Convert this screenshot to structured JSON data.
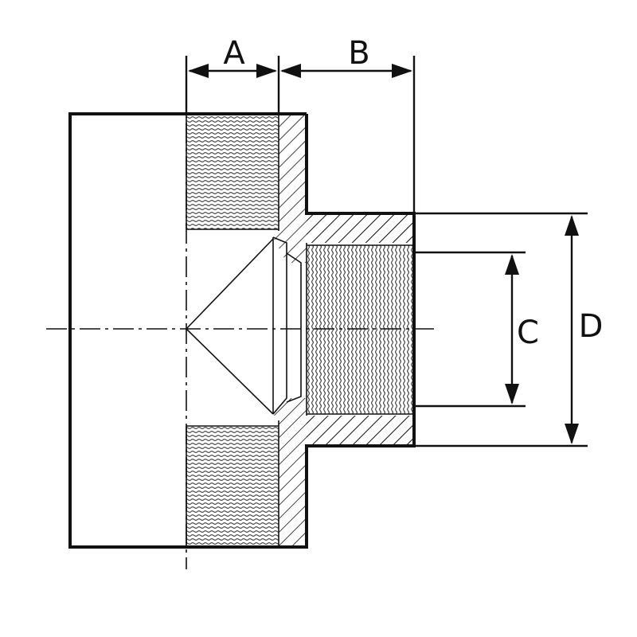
{
  "labels": {
    "a": "A",
    "b": "B",
    "c": "C",
    "d": "D"
  },
  "colors": {
    "line": "#111111",
    "thread": "#555555",
    "background": "#ffffff"
  }
}
